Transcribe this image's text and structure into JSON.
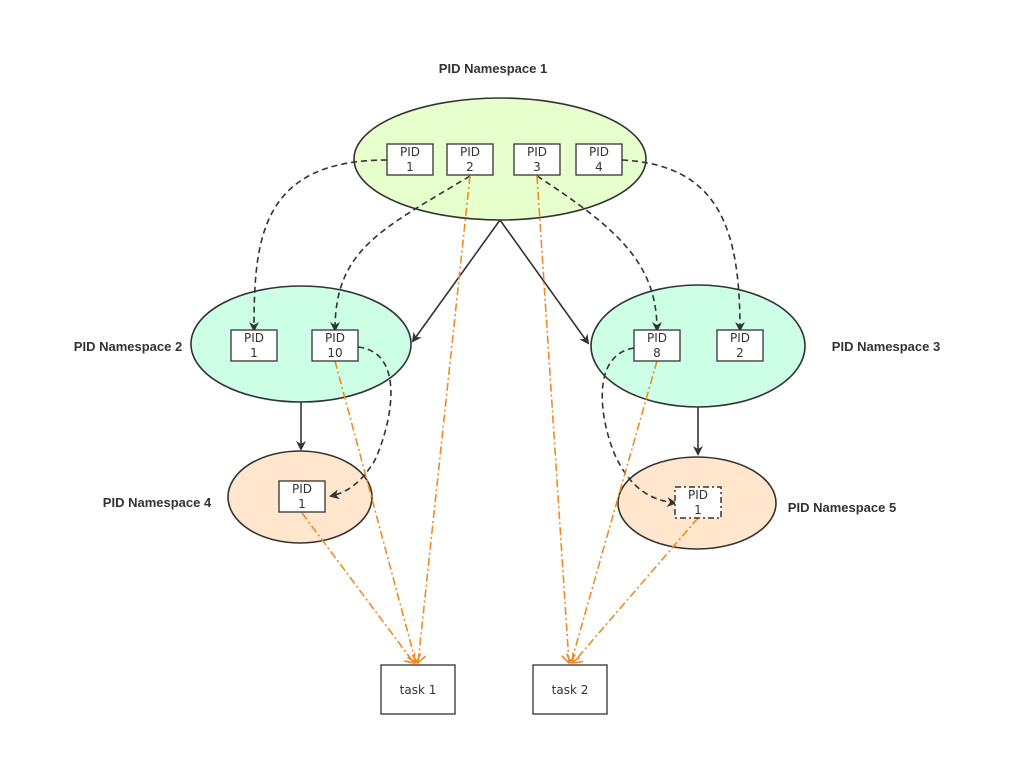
{
  "namespaces": {
    "ns1": {
      "label": "PID Namespace 1",
      "fill": "#e6ffcc"
    },
    "ns2": {
      "label": "PID Namespace 2",
      "fill": "#ccffe6"
    },
    "ns3": {
      "label": "PID Namespace 3",
      "fill": "#ccffe6"
    },
    "ns4": {
      "label": "PID Namespace 4",
      "fill": "#ffe6cc"
    },
    "ns5": {
      "label": "PID Namespace 5",
      "fill": "#ffe6cc"
    }
  },
  "pids": {
    "ns1_p1": {
      "line1": "PID",
      "line2": "1"
    },
    "ns1_p2": {
      "line1": "PID",
      "line2": "2"
    },
    "ns1_p3": {
      "line1": "PID",
      "line2": "3"
    },
    "ns1_p4": {
      "line1": "PID",
      "line2": "4"
    },
    "ns2_p1": {
      "line1": "PID",
      "line2": "1"
    },
    "ns2_p10": {
      "line1": "PID",
      "line2": "10"
    },
    "ns3_p8": {
      "line1": "PID",
      "line2": "8"
    },
    "ns3_p2": {
      "line1": "PID",
      "line2": "2"
    },
    "ns4_p1": {
      "line1": "PID",
      "line2": "1"
    },
    "ns5_p1": {
      "line1": "PID",
      "line2": "1"
    }
  },
  "tasks": {
    "task1": "task 1",
    "task2": "task 2"
  },
  "colors": {
    "line": "#333333",
    "orange": "#f08a24"
  }
}
